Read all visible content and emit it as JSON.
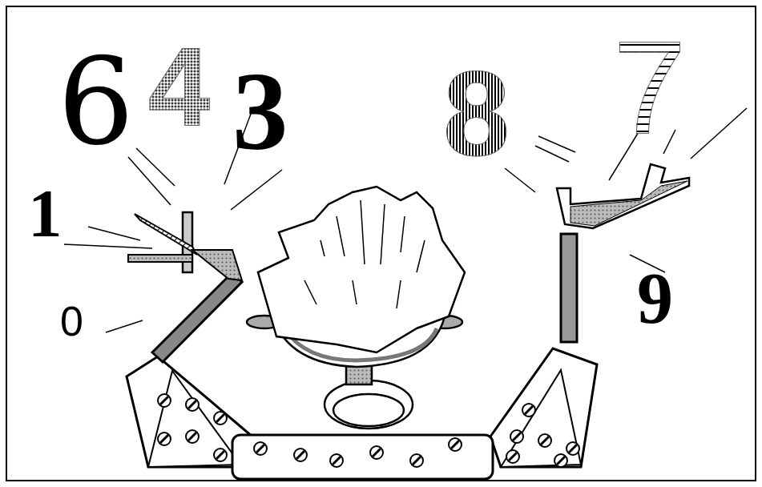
{
  "diagram": {
    "labels": [
      "6",
      "4",
      "3",
      "8",
      "7",
      "1",
      "9",
      "0"
    ]
  }
}
